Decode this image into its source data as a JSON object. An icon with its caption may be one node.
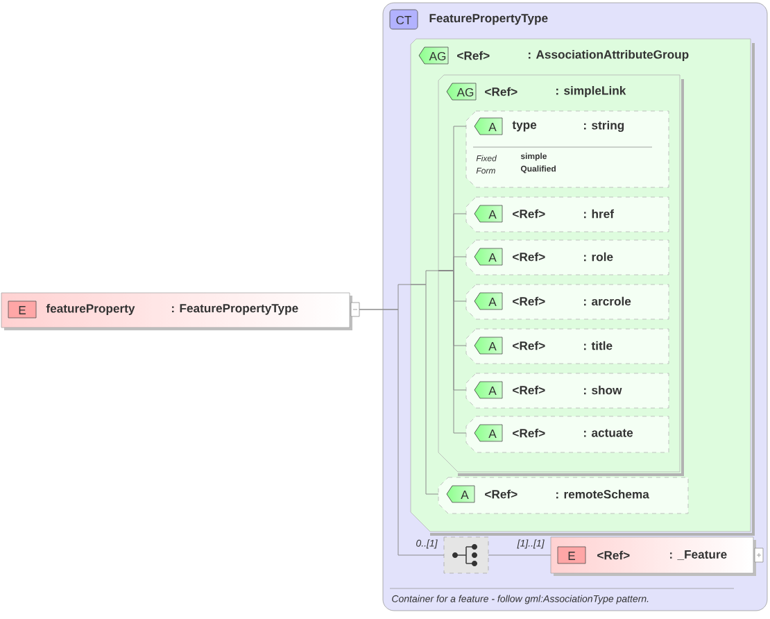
{
  "diagram": {
    "nodes": [
      {
        "text": [
          "E",
          "featureProperty",
          ": FeaturePropertyType"
        ]
      },
      {
        "text": [
          "CT",
          "FeaturePropertyType",
          "Container for a feature - follow gml:AssociationType pattern."
        ]
      },
      {
        "text": [
          "AG",
          "<Ref>",
          ": AssociationAttributeGroup"
        ],
        "in": 1
      },
      {
        "text": [
          "AG",
          "<Ref>",
          ": simpleLink"
        ],
        "in": 2
      },
      {
        "text": [
          "A",
          "type",
          ": string",
          "Fixed",
          "simple",
          "Form",
          "Qualified"
        ],
        "in": 3
      },
      {
        "text": [
          "A",
          "<Ref>",
          ": href"
        ],
        "in": 3
      },
      {
        "text": [
          "A",
          "<Ref>",
          ": role"
        ],
        "in": 3
      },
      {
        "text": [
          "A",
          "<Ref>",
          ": arcrole"
        ],
        "in": 3
      },
      {
        "text": [
          "A",
          "<Ref>",
          ": title"
        ],
        "in": 3
      },
      {
        "text": [
          "A",
          "<Ref>",
          ": show"
        ],
        "in": 3
      },
      {
        "text": [
          "A",
          "<Ref>",
          ": actuate"
        ],
        "in": 3
      },
      {
        "text": [
          "A",
          "<Ref>",
          ": remoteSchema"
        ],
        "in": 2
      },
      {
        "text": [],
        "shape": "box",
        "in": 1
      },
      {
        "text": [
          "E",
          "<Ref>",
          ": _Feature"
        ],
        "in": 1
      }
    ],
    "edges": [
      {
        "from": 0,
        "to": 2,
        "arrow": "none"
      },
      {
        "from": 0,
        "to": 12,
        "arrow": "none",
        "label": "0..[1]"
      },
      {
        "from": 2,
        "to": 3,
        "arrow": "none"
      },
      {
        "from": 2,
        "to": 11,
        "arrow": "none"
      },
      {
        "from": 3,
        "to": 4,
        "arrow": "none"
      },
      {
        "from": 3,
        "to": 5,
        "arrow": "none"
      },
      {
        "from": 3,
        "to": 6,
        "arrow": "none"
      },
      {
        "from": 3,
        "to": 7,
        "arrow": "none"
      },
      {
        "from": 3,
        "to": 8,
        "arrow": "none"
      },
      {
        "from": 3,
        "to": 9,
        "arrow": "none"
      },
      {
        "from": 3,
        "to": 10,
        "arrow": "none"
      },
      {
        "from": 12,
        "to": 13,
        "arrow": "none",
        "label": "[1]..[1]"
      }
    ]
  }
}
